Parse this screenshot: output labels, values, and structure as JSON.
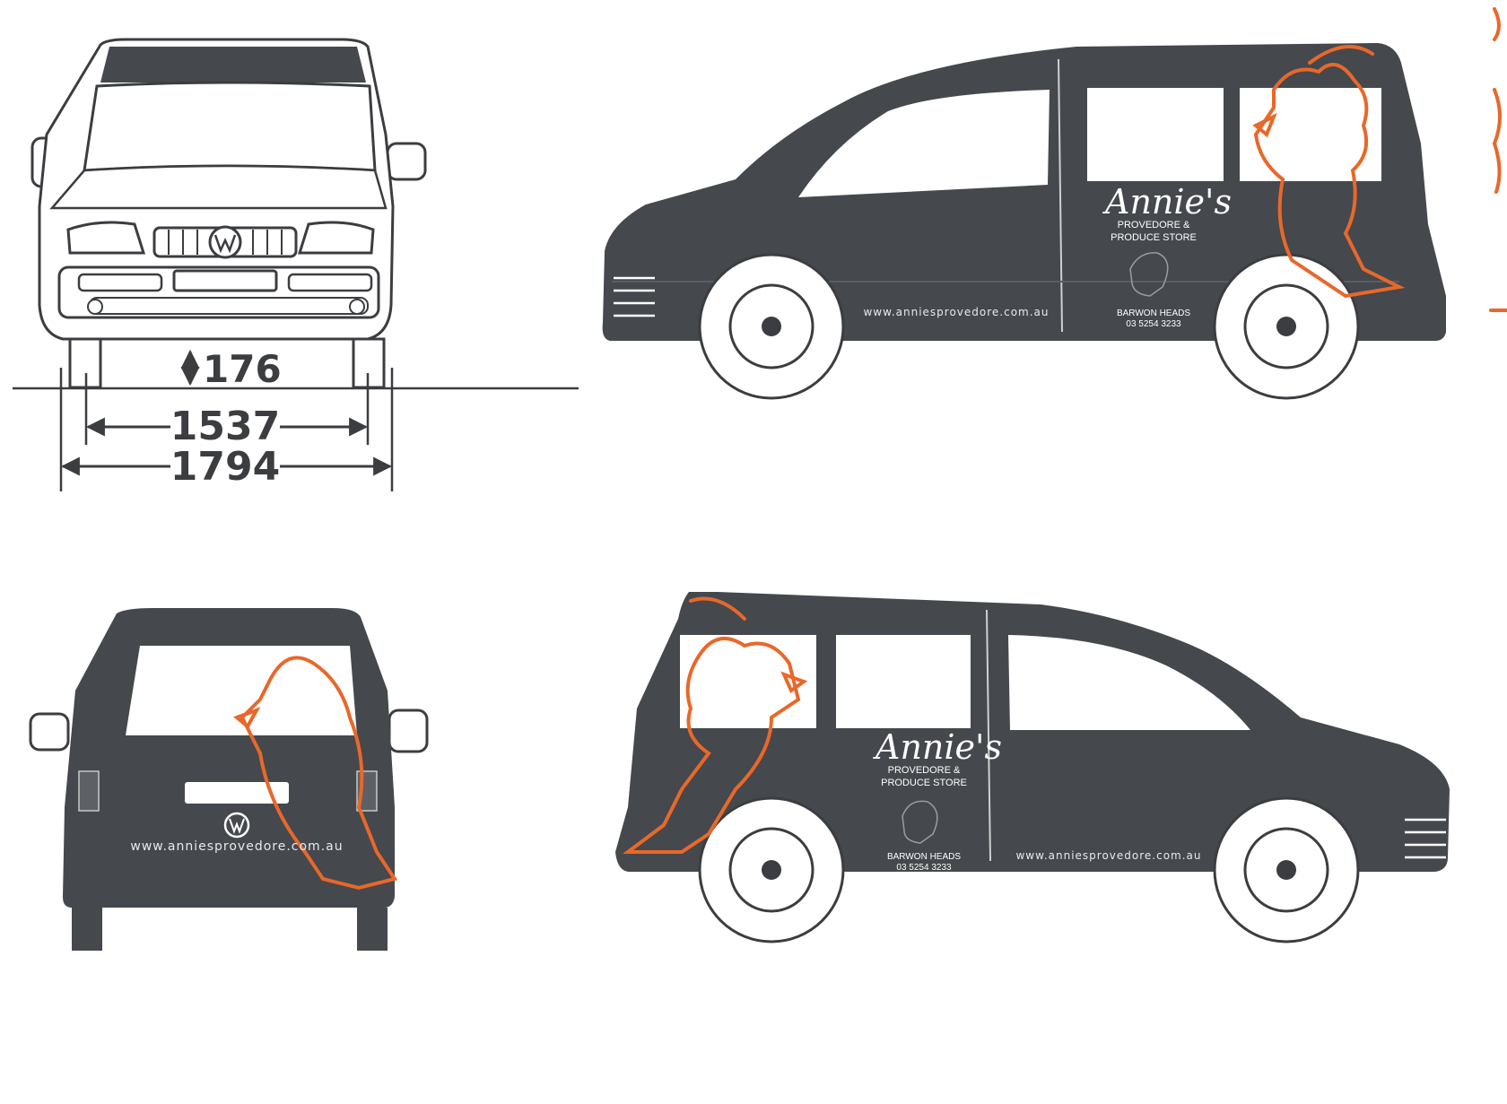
{
  "dimensions": {
    "ground_clearance": "176",
    "track_width": "1537",
    "overall_width": "1794"
  },
  "livery": {
    "brand_name": "Annie's",
    "tagline_line1": "PROVEDORE &",
    "tagline_line2": "PRODUCE STORE",
    "location": "BARWON HEADS",
    "phone": "03 5254 3233",
    "website": "www.anniesprovedore.com.au"
  },
  "colors": {
    "van_body": "#45484d",
    "outline": "#3b3d40",
    "accent_orange": "#e8682a",
    "window": "#ffffff"
  },
  "icons": {
    "hen_drawing": "hen-icon",
    "logo": "vw-logo-icon"
  }
}
